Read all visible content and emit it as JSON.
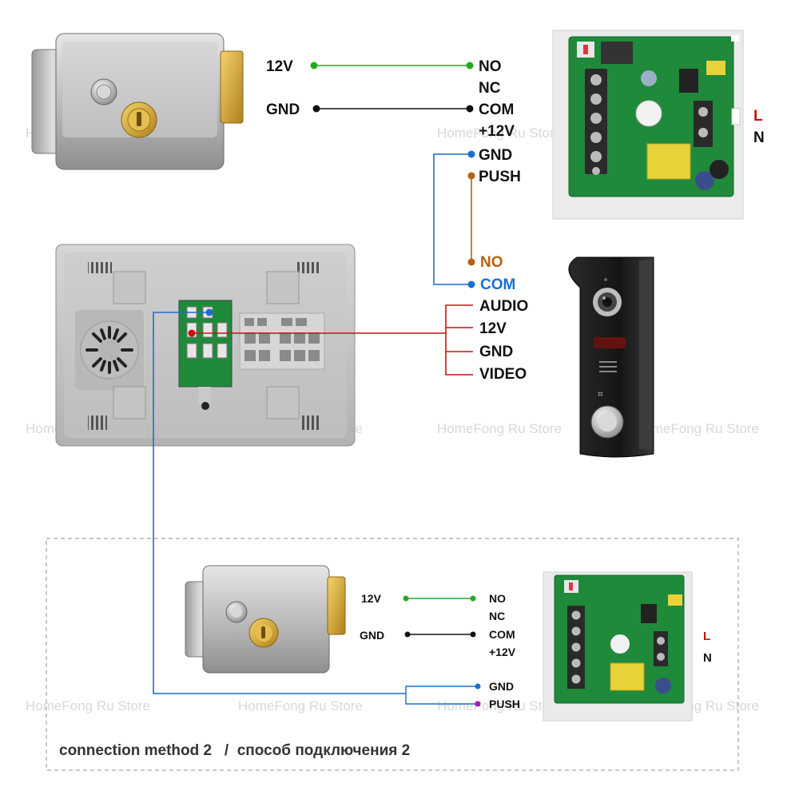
{
  "colors": {
    "green_wire": "#22aa22",
    "black_wire": "#111111",
    "blue_wire": "#1a6fd0",
    "orange_wire": "#b8610f",
    "red_wire": "#cc1111",
    "magenta_dot": "#b019b0",
    "L_color": "#cc1111"
  },
  "top": {
    "lock_left": {
      "v12": "12V",
      "gnd": "GND"
    },
    "psu_terminals": [
      "NO",
      "NC",
      "COM",
      "+12V",
      "GND",
      "PUSH"
    ],
    "psu_mains": {
      "l": "L",
      "n": "N"
    },
    "exit_button": {
      "no": "NO",
      "com": "COM"
    },
    "intercom": [
      "AUDIO",
      "12V",
      "GND",
      "VIDEO"
    ]
  },
  "method2": {
    "lock_left": {
      "v12": "12V",
      "gnd": "GND"
    },
    "psu_terminals": [
      "NO",
      "NC",
      "COM",
      "+12V",
      "GND",
      "PUSH"
    ],
    "psu_mains": {
      "l": "L",
      "n": "N"
    },
    "caption": "connection method 2   /  способ подключения 2"
  },
  "watermark": "HomeFong Ru Store"
}
